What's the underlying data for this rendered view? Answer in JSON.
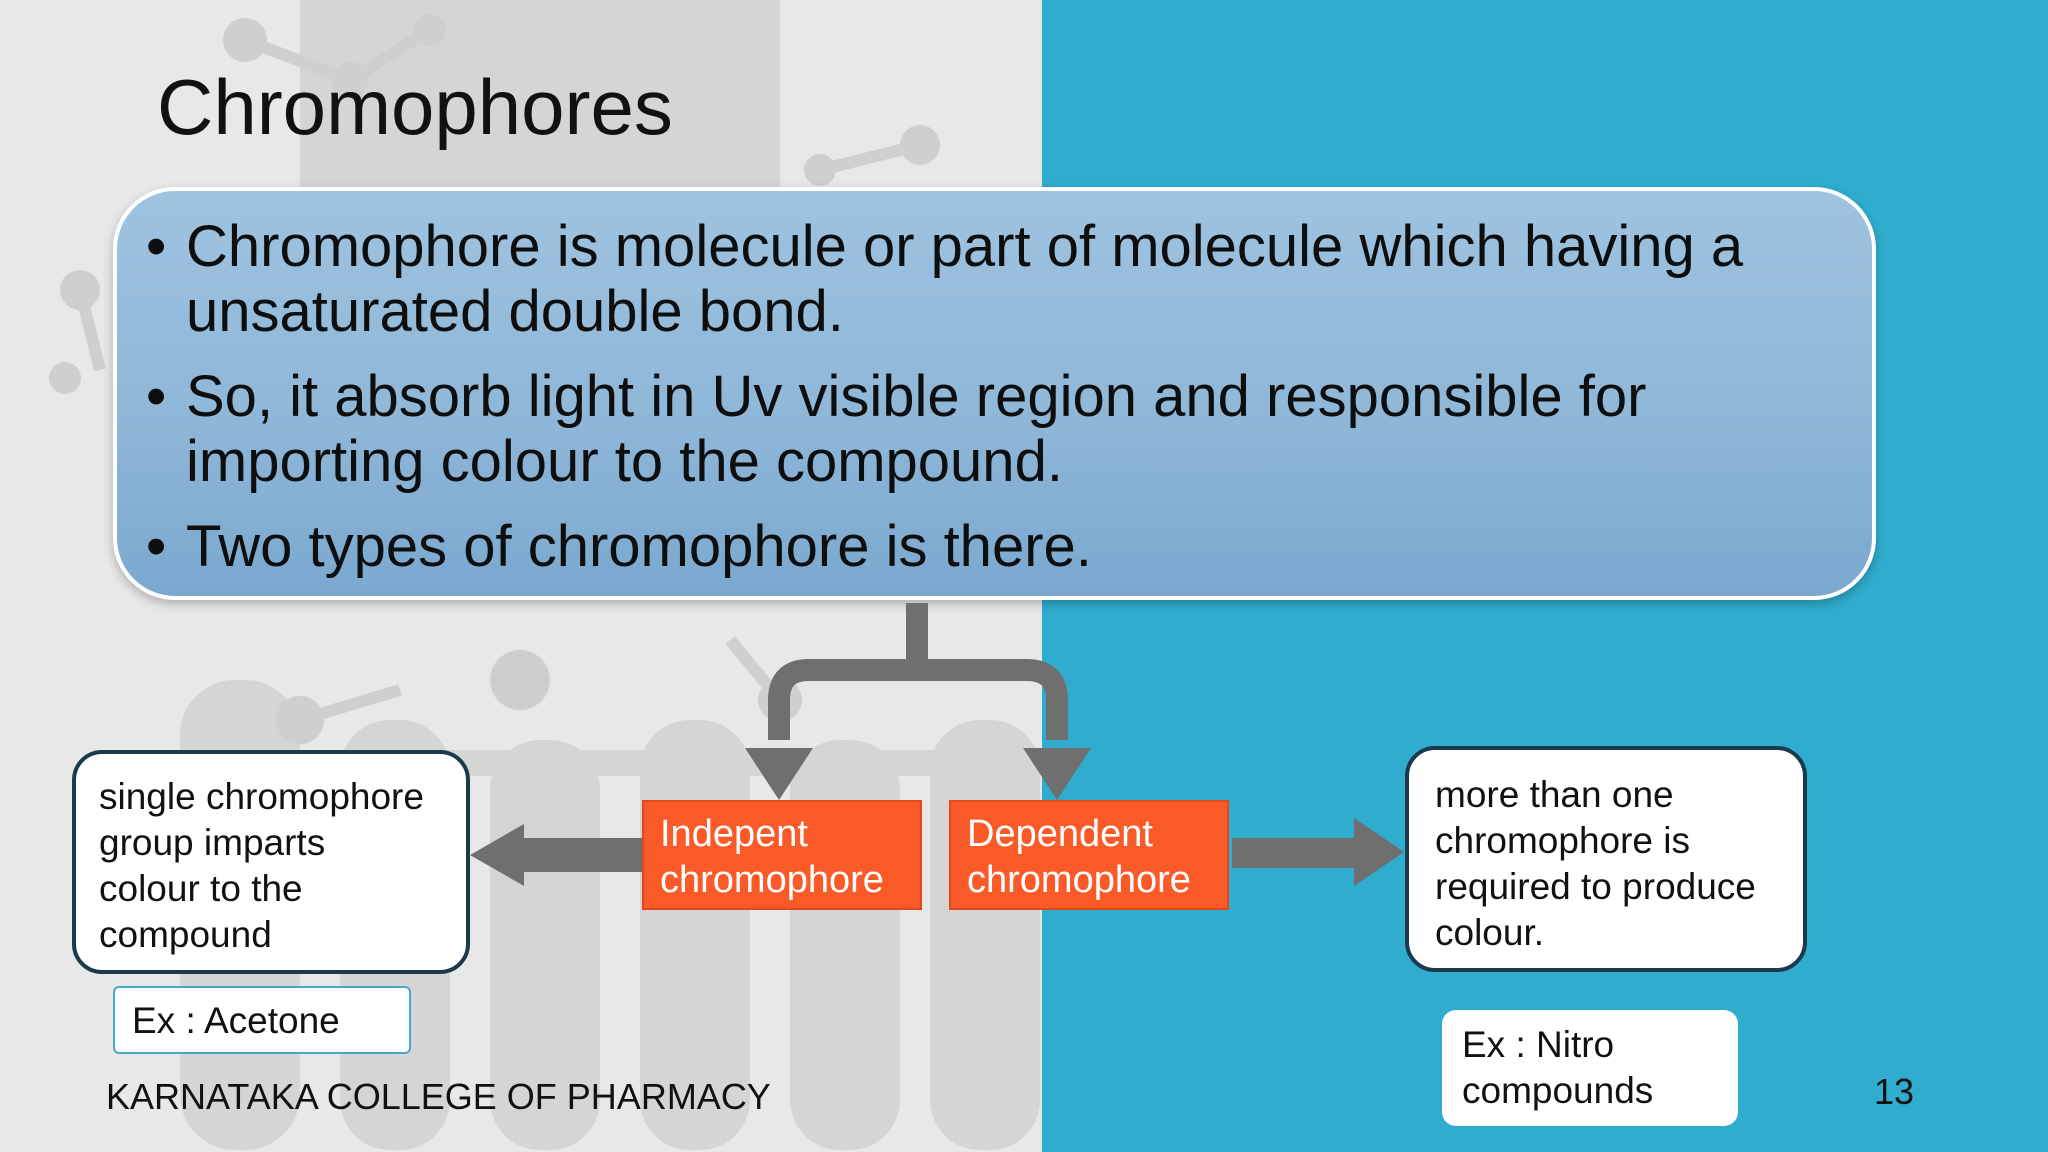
{
  "slide": {
    "title": "Chromophores",
    "bullets": [
      "Chromophore is molecule or part of molecule which having a unsaturated double bond.",
      "So, it absorb light in Uv visible region and responsible for importing colour to the compound.",
      "Two types of chromophore is there."
    ],
    "bullet_symbol": "•",
    "types": {
      "independent": {
        "label": "Indepent\nchromophore",
        "description": "single chromophore\ngroup imparts\ncolour to the\ncompound",
        "example": "Ex : Acetone"
      },
      "dependent": {
        "label": "Dependent\nchromophore",
        "description": "more than one\nchromophore is\nrequired to produce\ncolour.",
        "example": "Ex : Nitro\ncompounds"
      }
    },
    "footer": "KARNATAKA COLLEGE OF PHARMACY",
    "slide_number": "13"
  },
  "colors": {
    "left_background": "#e8e8e8",
    "right_background": "#30adce",
    "callout_fill": "#8fb7d8",
    "type_box_fill": "#fa5a28",
    "arrow_gray": "#6f6f6f",
    "card_border": "#1b3a4b"
  }
}
